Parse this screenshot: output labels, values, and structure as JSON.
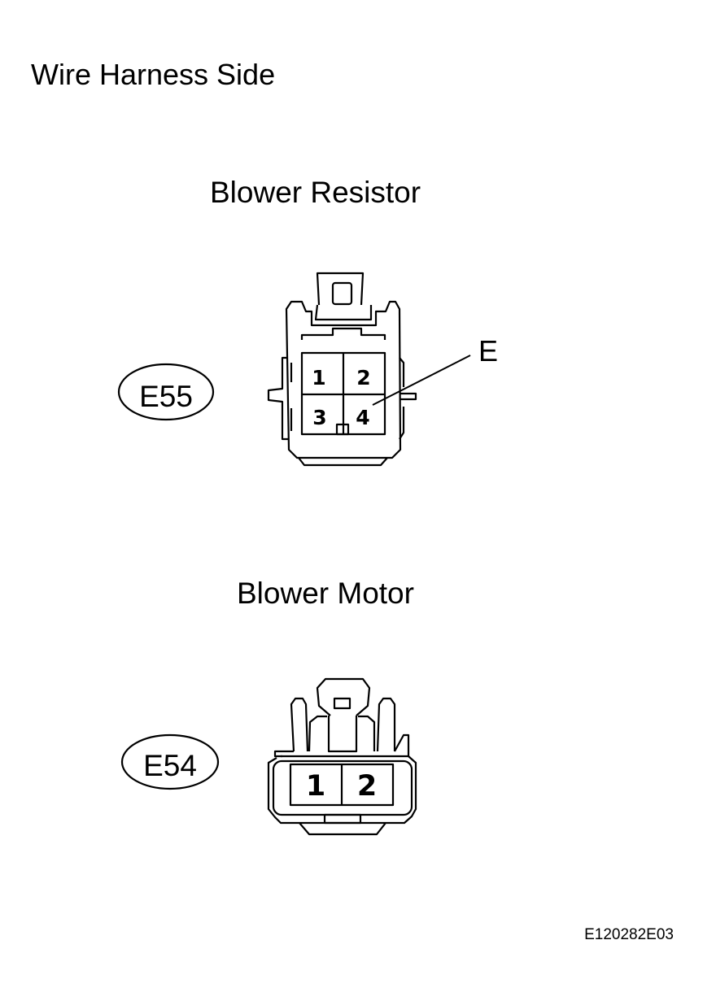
{
  "heading": "Wire Harness Side",
  "connectors": [
    {
      "title": "Blower Resistor",
      "code": "E55",
      "pins": [
        "1",
        "2",
        "3",
        "4"
      ],
      "callout": {
        "label": "E",
        "pin": "4"
      }
    },
    {
      "title": "Blower Motor",
      "code": "E54",
      "pins": [
        "1",
        "2"
      ]
    }
  ],
  "figure_code": "E120282E03"
}
